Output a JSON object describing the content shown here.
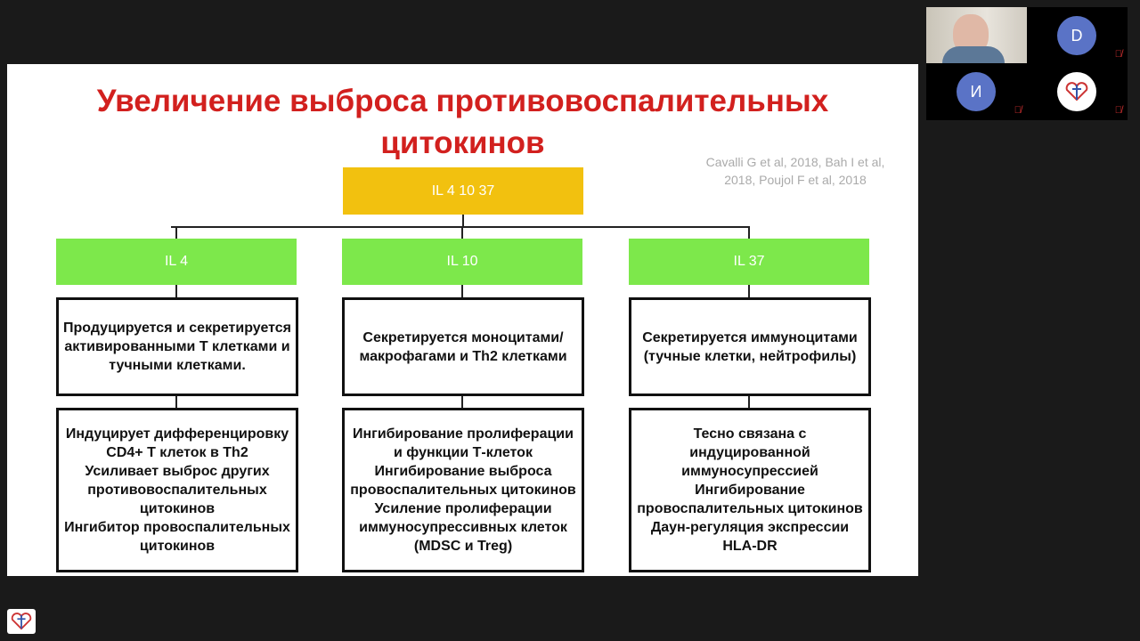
{
  "slide": {
    "title_line1": "Увеличение выброса противовоспалительных",
    "title_line2": "цитокинов",
    "citation_line1": "Cavalli G et al, 2018, Bah I et al,",
    "citation_line2": "2018, Poujol F et al, 2018",
    "root": "IL 4 10 37",
    "columns": [
      {
        "header": "IL 4",
        "source": "Продуцируется и секретируется активированными Т клетками и тучными клетками.",
        "effects": [
          "Индуцирует дифференцировку CD4+ T клеток в Th2",
          "Усиливает выброс других противовоспалительных цитокинов",
          "Ингибитор провоспалительных цитокинов"
        ]
      },
      {
        "header": "IL 10",
        "source": "Секретируется моноцитами/ макрофагами и Th2 клетками",
        "effects": [
          "Ингибирование пролиферации и функции Т-клеток",
          "Ингибирование выброса провоспалительных цитокинов",
          "Усиление пролиферации иммуносупрессивных клеток (MDSC и Treg)"
        ]
      },
      {
        "header": "IL 37",
        "source": "Секретируется иммуноцитами (тучные клетки, нейтрофилы)",
        "effects": [
          "Тесно связана с индуцированной иммуносупрессией",
          "Ингибирование провоспалительных цитокинов",
          "Даун-регуляция экспрессии HLA-DR"
        ]
      }
    ],
    "colors": {
      "title": "#d2201e",
      "root": "#f2c10f",
      "header": "#7de84b"
    }
  },
  "participants": [
    {
      "initial": "D"
    },
    {
      "initial": "И"
    }
  ]
}
